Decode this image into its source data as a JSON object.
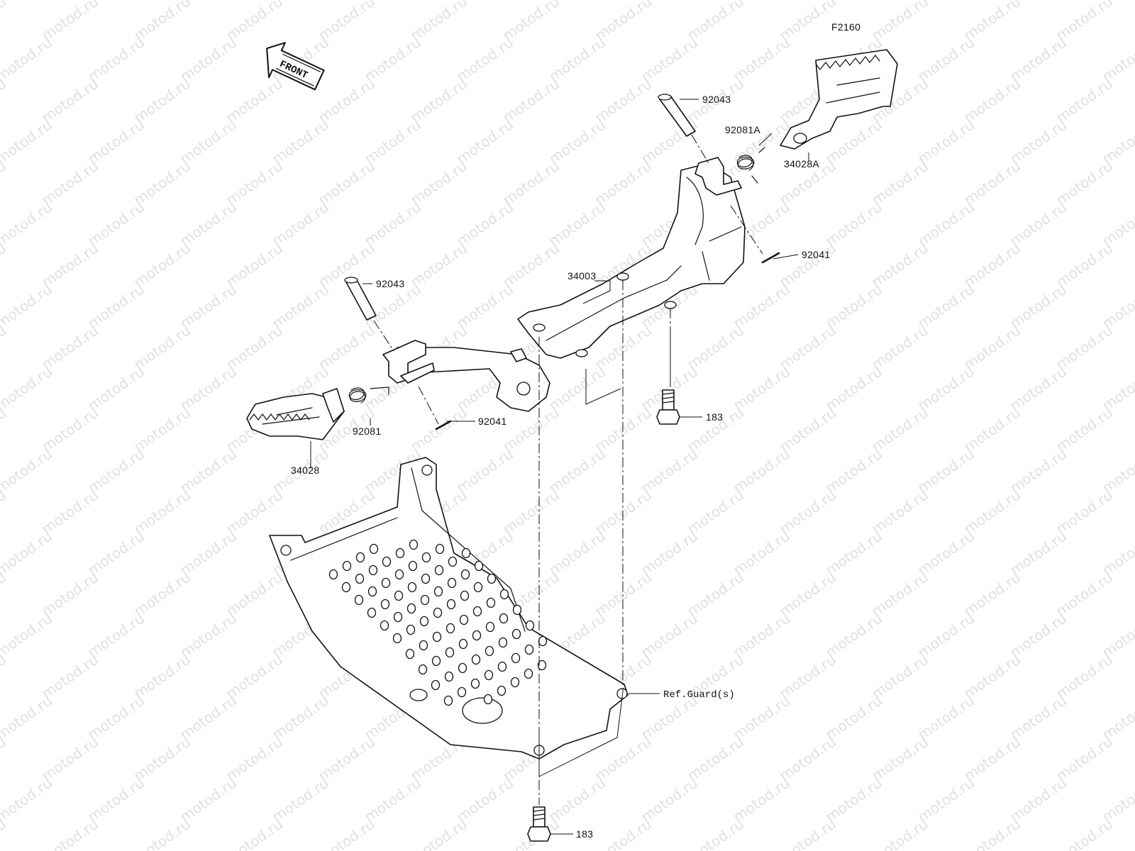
{
  "diagram_code": "F2160",
  "watermark": "motod.ru",
  "front_arrow": "FRONT",
  "parts": {
    "pin_right": "92043",
    "spring_right": "92081A",
    "footpeg_right": "34028A",
    "cotter_right": "92041",
    "bracket": "34003",
    "pin_left": "92043",
    "spring_left": "92081",
    "footpeg_left": "34028",
    "cotter_left": "92041",
    "bolt_upper": "183",
    "bolt_lower": "183",
    "guard_ref": "Ref.Guard(s)"
  }
}
